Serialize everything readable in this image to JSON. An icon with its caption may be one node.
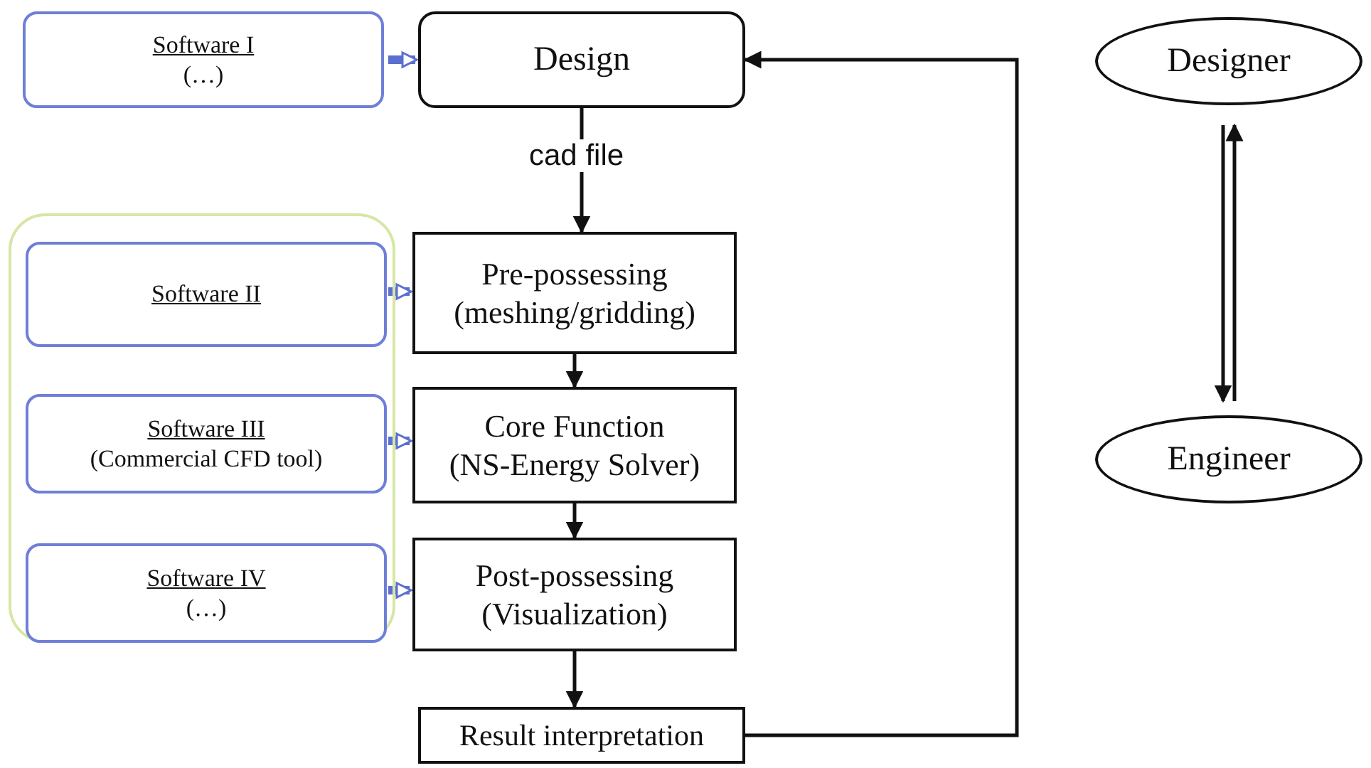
{
  "diagram": {
    "nodes": [
      {
        "text": [
          "Software I",
          "(…)"
        ]
      },
      {
        "text": [
          "Design"
        ]
      },
      {
        "text": [
          "Designer"
        ]
      },
      {
        "text": [],
        "shape": "box"
      },
      {
        "text": [
          "Software II"
        ],
        "in": 3
      },
      {
        "text": [
          "Pre-possessing",
          "(meshing/gridding)"
        ]
      },
      {
        "text": [
          "Software III",
          "(Commercial CFD tool)"
        ],
        "in": 3
      },
      {
        "text": [
          "Core Function",
          "(NS-Energy Solver)"
        ]
      },
      {
        "text": [
          "Software IV",
          "(…)"
        ],
        "in": 3
      },
      {
        "text": [
          "Post-possessing",
          "(Visualization)"
        ]
      },
      {
        "text": [
          "Engineer"
        ]
      },
      {
        "text": [
          "Result interpretation"
        ]
      }
    ],
    "edges": [
      {
        "from": 0,
        "to": 1,
        "arrow": "to",
        "style": "thick",
        "color": "#5b6fd0"
      },
      {
        "from": 1,
        "to": 5,
        "arrow": "to",
        "label": "cad file"
      },
      {
        "from": 4,
        "to": 5,
        "arrow": "to",
        "style": "thick",
        "color": "#5b6fd0"
      },
      {
        "from": 5,
        "to": 7,
        "arrow": "to"
      },
      {
        "from": 6,
        "to": 7,
        "arrow": "to",
        "style": "thick",
        "color": "#5b6fd0"
      },
      {
        "from": 7,
        "to": 9,
        "arrow": "to"
      },
      {
        "from": 8,
        "to": 9,
        "arrow": "to",
        "style": "thick",
        "color": "#5b6fd0"
      },
      {
        "from": 9,
        "to": 11,
        "arrow": "to"
      },
      {
        "from": 11,
        "to": 1,
        "arrow": "to"
      },
      {
        "from": 2,
        "to": 10,
        "arrow": "to"
      },
      {
        "from": 10,
        "to": 2,
        "arrow": "to"
      }
    ]
  }
}
